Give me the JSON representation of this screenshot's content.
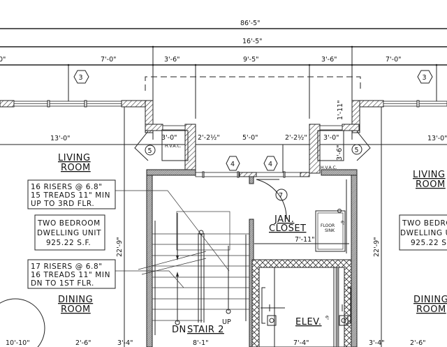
{
  "dimensions": {
    "overall": "86'-5\"",
    "center_width": "16'-5\"",
    "top_row": [
      "0\"",
      "7'-0\"",
      "3'-6\"",
      "9'-5\"",
      "3'-6\"",
      "7'-0\""
    ],
    "left_living_width": "13'-0\"",
    "right_living_width": "13'-0\"",
    "hvac_left": "3'-0\"",
    "hvac_right": "3'-0\"",
    "corridor_left": "2'-2½\"",
    "corridor_center": "5'-0\"",
    "corridor_right": "2'-2½\"",
    "hvac_depth": "3'-6\"",
    "recess_depth": "1'-11\"",
    "unit_depth_left": "22'-9\"",
    "unit_depth_right": "22'-9\"",
    "closet_width": "7'-11\"",
    "floor_sink_dim": "6\"",
    "elev_dim": "6\"",
    "bottom_row": [
      "10'-10\"",
      "2'-6\"",
      "3'-4\"",
      "8'-1\"",
      "7'-4\"",
      "3'-4\"",
      "2'-6\""
    ]
  },
  "tags": {
    "window_left": "3",
    "window_right": "3",
    "door_left": "5",
    "door_right": "5",
    "vent_a": "4",
    "vent_b": "4",
    "closet_door": "7"
  },
  "rooms": {
    "living_left": [
      "LIVING",
      "ROOM"
    ],
    "living_right": [
      "LIVING",
      "ROOM"
    ],
    "dining_left": [
      "DINING",
      "ROOM"
    ],
    "dining_right": [
      "DINING",
      "ROOM"
    ],
    "janitor": [
      "JAN.",
      "CLOSET"
    ],
    "elevator": "ELEV.",
    "hvac_label": "H.V.A.C.",
    "floor_sink": [
      "FLOOR",
      "SINK"
    ],
    "stair_label": "STAIR 2",
    "stair_dn": "DN",
    "stair_up": "UP"
  },
  "notes": {
    "up_stair": [
      "16 RISERS @ 6.8\"",
      "15 TREADS 11\" MIN",
      "UP TO 3RD FLR."
    ],
    "dn_stair": [
      "17 RISERS @ 6.8\"",
      "16 TREADS 11\" MIN",
      "DN TO 1ST FLR."
    ],
    "unit_left": [
      "TWO BEDROOM",
      "DWELLING UNIT",
      "925.22 S.F."
    ],
    "unit_right": [
      "TWO BEDROOM",
      "DWELLING UNIT",
      "925.22 S.F."
    ]
  }
}
